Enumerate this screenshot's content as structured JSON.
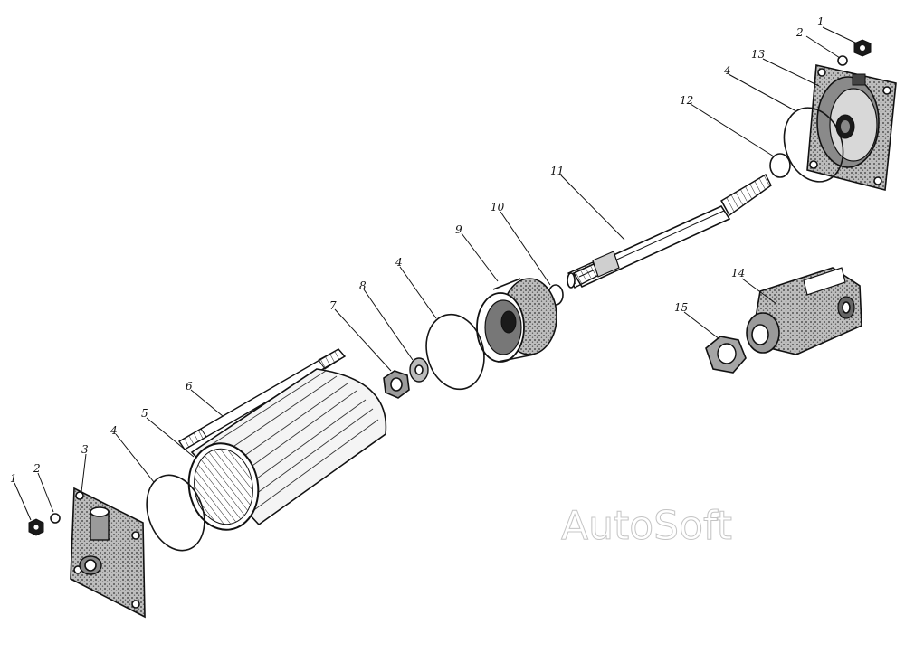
{
  "watermark": "AutoSoft",
  "callouts": [
    {
      "id": "c1a",
      "label": "1"
    },
    {
      "id": "c2a",
      "label": "2"
    },
    {
      "id": "c13",
      "label": "13"
    },
    {
      "id": "c4a",
      "label": "4"
    },
    {
      "id": "c12",
      "label": "12"
    },
    {
      "id": "c11",
      "label": "11"
    },
    {
      "id": "c10",
      "label": "10"
    },
    {
      "id": "c9",
      "label": "9"
    },
    {
      "id": "c14",
      "label": "14"
    },
    {
      "id": "c15",
      "label": "15"
    },
    {
      "id": "c4b",
      "label": "4"
    },
    {
      "id": "c8",
      "label": "8"
    },
    {
      "id": "c7",
      "label": "7"
    },
    {
      "id": "c6",
      "label": "6"
    },
    {
      "id": "c5",
      "label": "5"
    },
    {
      "id": "c4c",
      "label": "4"
    },
    {
      "id": "c3",
      "label": "3"
    },
    {
      "id": "c2b",
      "label": "2"
    },
    {
      "id": "c1b",
      "label": "1"
    }
  ]
}
